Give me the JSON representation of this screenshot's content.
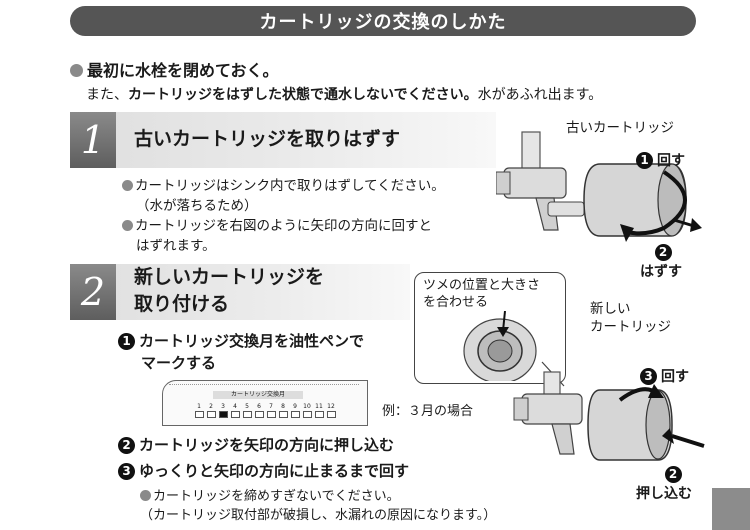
{
  "header": {
    "title": "カートリッジの交換のしかた"
  },
  "intro": {
    "title": "最初に水栓を閉めておく。",
    "note_prefix": "また、",
    "note_bold": "カートリッジをはずした状態で通水しないでください。",
    "note_suffix": "水があふれ出ます。"
  },
  "step1": {
    "number": "1",
    "title": "古いカートリッジを取りはずす",
    "bullets": [
      {
        "line1": "カートリッジはシンク内で取りはずしてください。",
        "line2": "（水が落ちるため）"
      },
      {
        "line1": "カートリッジを右図のように矢印の方向に回すと",
        "line2": "はずれます。"
      }
    ]
  },
  "figure1": {
    "label_old": "古いカートリッジ",
    "rotate_num": "1",
    "rotate_label": "回す",
    "remove_num": "2",
    "remove_label": "はずす"
  },
  "step2": {
    "number": "2",
    "title_line1": "新しいカートリッジを",
    "title_line2": "取り付ける",
    "substeps": [
      {
        "num": "1",
        "line1": "カートリッジ交換月を油性ペンで",
        "line2": "マークする"
      },
      {
        "num": "2",
        "line1": "カートリッジを矢印の方向に押し込む"
      },
      {
        "num": "3",
        "line1": "ゆっくりと矢印の方向に止まるまで回す"
      }
    ],
    "note_line1": "カートリッジを締めすぎないでください。",
    "note_line2": "（カートリッジ取付部が破損し、水漏れの原因になります。）"
  },
  "calendar": {
    "label": "カートリッジ交換月",
    "months": [
      "1",
      "2",
      "3",
      "4",
      "5",
      "6",
      "7",
      "8",
      "9",
      "10",
      "11",
      "12"
    ],
    "marked_month": "3",
    "example": "例：３月の場合"
  },
  "callout": {
    "line1": "ツメの位置と大きさ",
    "line2": "を合わせる"
  },
  "figure2": {
    "label_new_line1": "新しい",
    "label_new_line2": "カートリッジ",
    "rotate_num": "3",
    "rotate_label": "回す",
    "push_num": "2",
    "push_label": "押し込む"
  },
  "colors": {
    "header_bg": "#555555",
    "step_badge": "#6e6e6e",
    "bullet": "#8a8a8a",
    "tab": "#8c8c8c"
  }
}
